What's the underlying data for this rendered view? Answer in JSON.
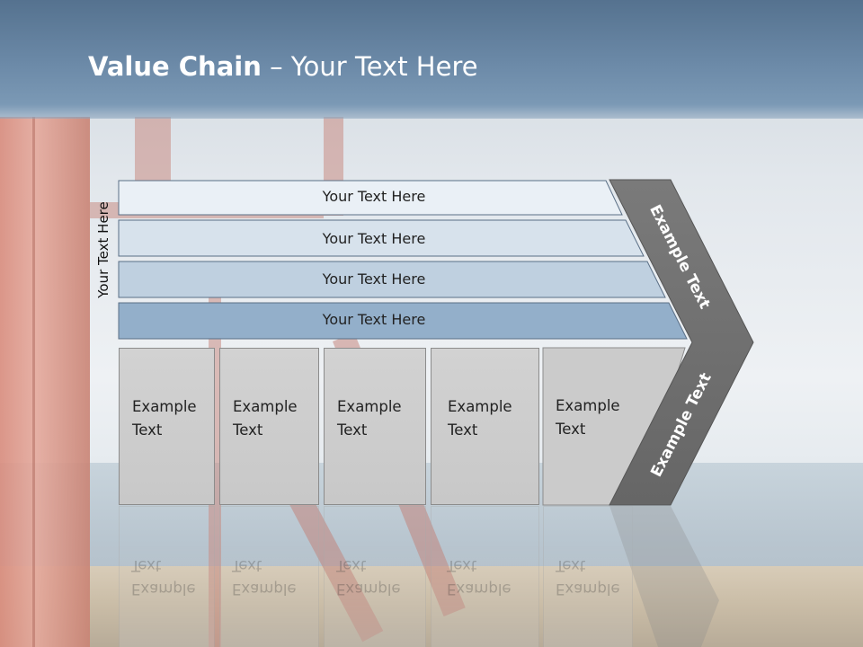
{
  "slide": {
    "title_bold": "Value Chain",
    "title_rest": " – Your Text Here"
  },
  "diagram": {
    "side_label": "Your Text Here",
    "bars": [
      {
        "label": "Your Text Here",
        "color": "#eaf0f6"
      },
      {
        "label": "Your Text Here",
        "color": "#d7e2ec"
      },
      {
        "label": "Your Text Here",
        "color": "#bfd0e0"
      },
      {
        "label": "Your Text Here",
        "color": "#93afca"
      }
    ],
    "boxes": [
      {
        "line1": "Example",
        "line2": "Text"
      },
      {
        "line1": "Example",
        "line2": "Text"
      },
      {
        "line1": "Example",
        "line2": "Text"
      },
      {
        "line1": "Example",
        "line2": "Text"
      },
      {
        "line1": "Example",
        "line2": "Text"
      }
    ],
    "chevron_upper": "Example Text",
    "chevron_lower": "Example Text",
    "colors": {
      "chevron": "#6e6e6e",
      "box": "#cccccc",
      "bar_border": "#5a6f86"
    }
  }
}
